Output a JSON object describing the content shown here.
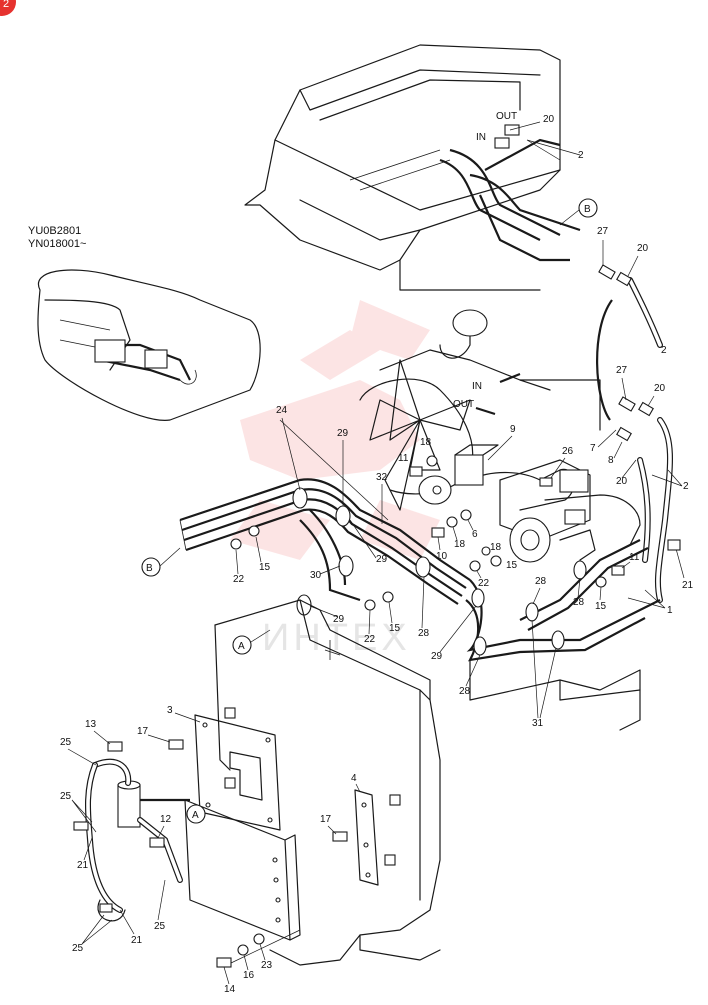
{
  "colors": {
    "badge": "#e6322f",
    "line": "#1a1a1a",
    "watermark": "#e6322f"
  },
  "badge": {
    "text": "2"
  },
  "serial": {
    "line1": "YU0B2801",
    "line2": "YN018001~"
  },
  "watermark": {
    "text": "ИНТЕХ"
  },
  "ports": {
    "out_top": "OUT",
    "in_top": "IN",
    "in_mid": "IN",
    "out_mid": "OUT"
  },
  "views": {
    "a": "A",
    "b": "B"
  },
  "callouts": {
    "c20a": "20",
    "c2a": "2",
    "c27a": "27",
    "c20b": "20",
    "c2b": "2",
    "c27b": "27",
    "c20c": "20",
    "c7": "7",
    "c8": "8",
    "c20d": "20",
    "c2c": "2",
    "c9": "9",
    "c18a": "18",
    "c11a": "11",
    "c26": "26",
    "c24": "24",
    "c29a": "29",
    "c32": "32",
    "c15a": "15",
    "c22a": "22",
    "c10": "10",
    "c18b": "18",
    "c6": "6",
    "c18c": "18",
    "c15b": "15",
    "c22b": "22",
    "c11b": "11",
    "c21a": "21",
    "c30": "30",
    "c29b": "29",
    "c28a": "28",
    "c28b": "28",
    "c15c": "15",
    "c1": "1",
    "c22c": "22",
    "c15d": "15",
    "c29c": "29",
    "c28c": "28",
    "c29d": "29",
    "c28d": "28",
    "c31": "31",
    "c3": "3",
    "c13": "13",
    "c17a": "17",
    "c25a": "25",
    "c25b": "25",
    "c12": "12",
    "c21b": "21",
    "c4": "4",
    "c17b": "17",
    "c25c": "25",
    "c21c": "21",
    "c25d": "25",
    "c14": "14",
    "c16": "16",
    "c23": "23"
  }
}
